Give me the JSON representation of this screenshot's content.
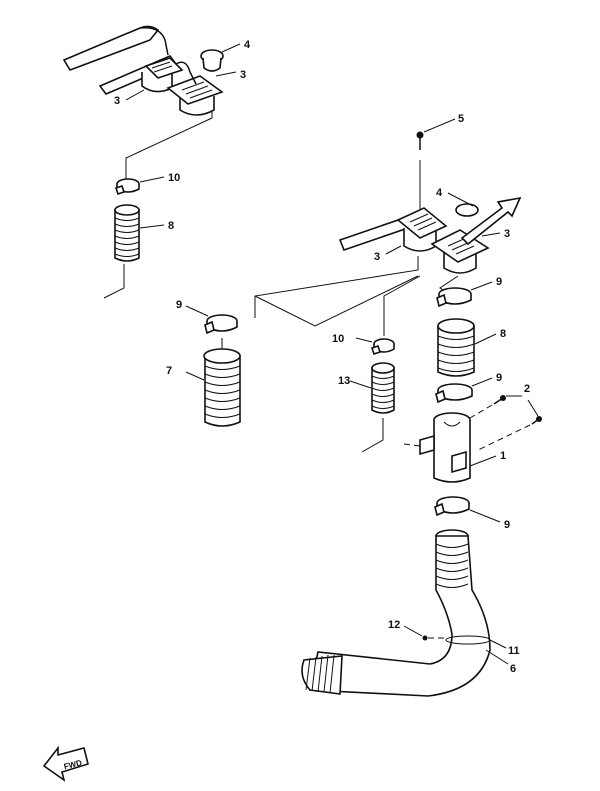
{
  "figure": {
    "kind": "exploded parts diagram",
    "callouts": [
      {
        "id": "c-4a",
        "text": "4"
      },
      {
        "id": "c-3a",
        "text": "3"
      },
      {
        "id": "c-3b",
        "text": "3"
      },
      {
        "id": "c-10a",
        "text": "10"
      },
      {
        "id": "c-8a",
        "text": "8"
      },
      {
        "id": "c-5",
        "text": "5"
      },
      {
        "id": "c-4b",
        "text": "4"
      },
      {
        "id": "c-3c",
        "text": "3"
      },
      {
        "id": "c-3d",
        "text": "3"
      },
      {
        "id": "c-9a",
        "text": "9"
      },
      {
        "id": "c-9b",
        "text": "9"
      },
      {
        "id": "c-10b",
        "text": "10"
      },
      {
        "id": "c-7",
        "text": "7"
      },
      {
        "id": "c-13",
        "text": "13"
      },
      {
        "id": "c-8b",
        "text": "8"
      },
      {
        "id": "c-9c",
        "text": "9"
      },
      {
        "id": "c-2",
        "text": "2"
      },
      {
        "id": "c-1",
        "text": "1"
      },
      {
        "id": "c-9d",
        "text": "9"
      },
      {
        "id": "c-12",
        "text": "12"
      },
      {
        "id": "c-11",
        "text": "11"
      },
      {
        "id": "c-6",
        "text": "6"
      }
    ],
    "direction_marker": {
      "text": "FWD",
      "icon": "arrow-left-icon"
    }
  }
}
